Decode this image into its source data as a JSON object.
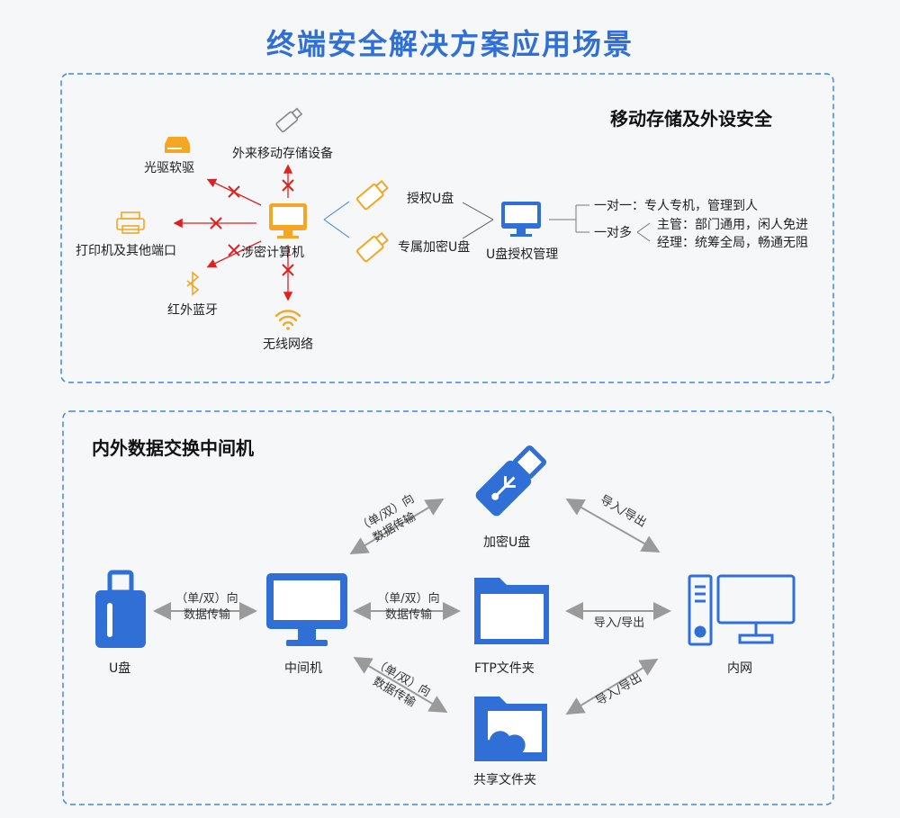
{
  "title": "终端安全解决方案应用场景",
  "section1": {
    "title": "移动存储及外设安全",
    "center_label": "涉密计算机",
    "devices": {
      "optical": "光驱软驱",
      "external_storage": "外来移动存储设备",
      "printer": "打印机及其他端口",
      "bluetooth": "红外蓝牙",
      "wireless": "无线网络"
    },
    "usb_authorized": "授权U盘",
    "usb_encrypted": "专属加密U盘",
    "usb_mgmt": "U盘授权管理",
    "one_to_one": "一对一：专人专机，管理到人",
    "one_to_many": "一对多",
    "supervisor": "主管：部门通用，闲人免进",
    "manager": "经理：统筹全局，畅通无阻"
  },
  "section2": {
    "title": "内外数据交换中间机",
    "nodes": {
      "usb": "U盘",
      "middle": "中间机",
      "encrypted_usb": "加密U盘",
      "ftp": "FTP文件夹",
      "shared": "共享文件夹",
      "intranet": "内网"
    },
    "transfer_line1": "（单/双）向",
    "transfer_line2": "数据传输",
    "import_export": "导入/导出"
  },
  "colors": {
    "title_blue": "#2f6fd6",
    "icon_blue": "#2f6fd6",
    "orange": "#f5a623",
    "red": "#e02020",
    "dash_blue": "#3d86e6",
    "arrow_gray": "#9a9a9a"
  }
}
